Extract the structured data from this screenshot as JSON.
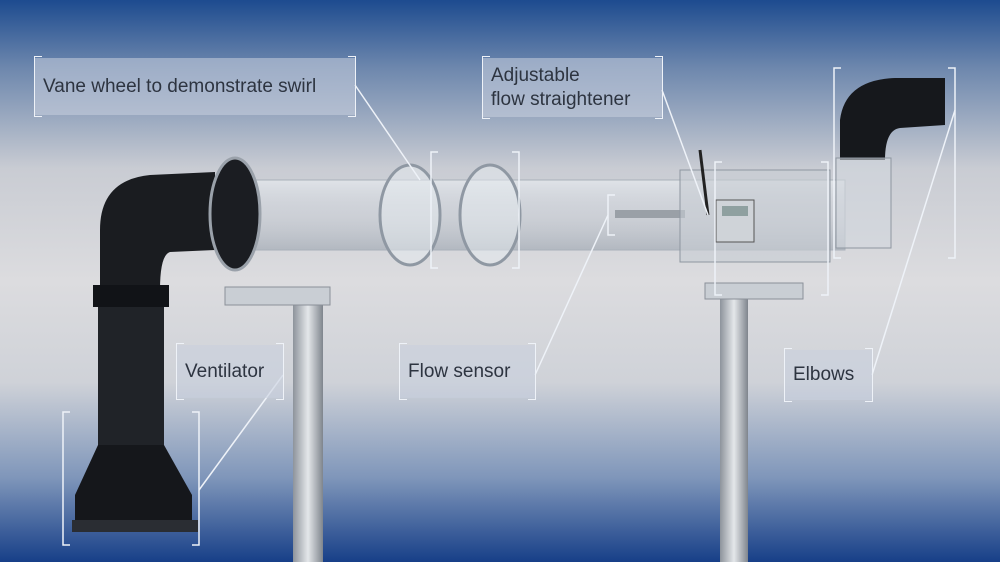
{
  "labels": {
    "vane_wheel": "Vane wheel to demonstrate swirl",
    "flow_straightener_line1": "Adjustable",
    "flow_straightener_line2": "flow straightener",
    "ventilator": "Ventilator",
    "flow_sensor": "Flow sensor",
    "elbows": "Elbows"
  },
  "colors": {
    "bracket": "#eef2f8",
    "label_text": "#2d3440",
    "bg_top": "#1d4b8f"
  }
}
